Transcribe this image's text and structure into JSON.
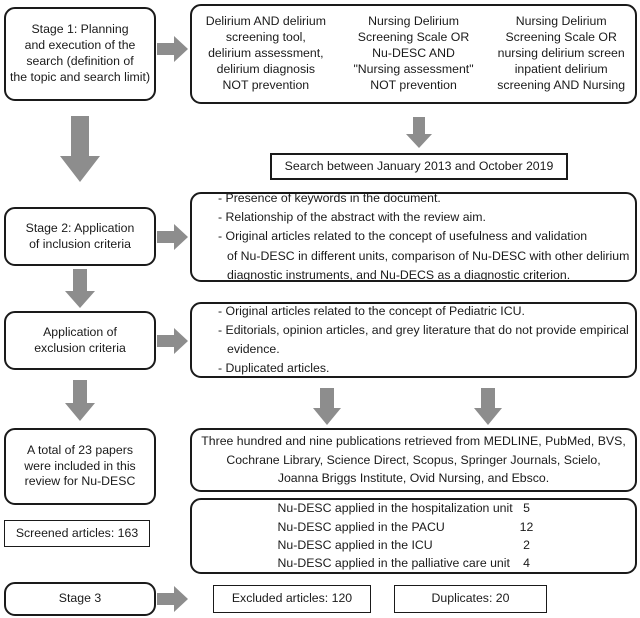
{
  "figure": {
    "type": "flowchart",
    "accent_gray": "#8d8d8d",
    "line_color": "#1a1a1a",
    "background": "#ffffff"
  },
  "stage1": {
    "lines": [
      "Stage 1: Planning",
      "and execution of the",
      "search (definition of",
      "the topic and search limit)"
    ]
  },
  "search_terms": {
    "columns": [
      {
        "lines": [
          "Delirium AND delirium",
          "screening tool,",
          "delirium assessment,",
          "delirium diagnosis",
          "NOT prevention"
        ]
      },
      {
        "lines": [
          "Nursing Delirium",
          "Screening Scale OR",
          "Nu-DESC AND",
          "\"Nursing assessment\"",
          "NOT prevention"
        ]
      },
      {
        "lines": [
          "Nursing Delirium",
          "Screening Scale OR",
          "nursing delirium screen",
          "inpatient delirium",
          "screening AND Nursing"
        ]
      }
    ]
  },
  "search_period": {
    "label": "Search between January 2013 and October 2019"
  },
  "stage2": {
    "lines": [
      "Stage 2: Application",
      "of inclusion criteria"
    ]
  },
  "inclusion_criteria": {
    "lines": [
      {
        "text": "- Presence of keywords in the document.",
        "indent": false
      },
      {
        "text": "- Relationship of the abstract with the review aim.",
        "indent": false
      },
      {
        "text": "- Original articles related to the concept of usefulness and validation",
        "indent": false
      },
      {
        "text": "of Nu-DESC in different units, comparison of Nu-DESC with other delirium",
        "indent": true
      },
      {
        "text": "diagnostic instruments, and Nu-DECS as a diagnostic criterion.",
        "indent": true
      }
    ]
  },
  "exclusion_stage": {
    "lines": [
      "Application of",
      "exclusion criteria"
    ]
  },
  "exclusion_criteria": {
    "lines": [
      {
        "text": "- Original articles related to the concept of Pediatric ICU.",
        "indent": false
      },
      {
        "text": "- Editorials, opinion articles, and grey literature that do not provide empirical",
        "indent": false
      },
      {
        "text": "evidence.",
        "indent": true
      },
      {
        "text": "- Duplicated articles.",
        "indent": false
      }
    ]
  },
  "total_papers": {
    "lines": [
      "A total of 23 papers",
      "were included in this",
      "review for Nu-DESC"
    ]
  },
  "databases": {
    "lines": [
      "Three hundred and nine publications retrieved from MEDLINE, PubMed, BVS,",
      "Cochrane Library, Science Direct, Scopus, Springer Journals, Scielo,",
      "Joanna Briggs Institute, Ovid Nursing, and Ebsco."
    ]
  },
  "nudesc_applications": {
    "rows": [
      {
        "label": "Nu-DESC applied in the hospitalization unit",
        "value": "5"
      },
      {
        "label": "Nu-DESC applied in the PACU",
        "value": "12"
      },
      {
        "label": "Nu-DESC applied in the ICU",
        "value": "2"
      },
      {
        "label": "Nu-DESC applied in the palliative care unit",
        "value": "4"
      }
    ]
  },
  "screened_articles": {
    "label": "Screened articles: 163"
  },
  "stage3": {
    "label": "Stage 3"
  },
  "excluded_articles": {
    "label": "Excluded articles: 120"
  },
  "duplicates": {
    "label": "Duplicates: 20"
  },
  "arrows": {
    "stage1_to_terms": "right-arrow-icon",
    "terms_to_period": "down-arrow-icon",
    "stage1_to_stage2": "down-arrow-icon",
    "stage2_to_inclusion": "right-arrow-icon",
    "stage2_to_exclusion": "down-arrow-icon",
    "exclusion_to_criteria": "right-arrow-icon",
    "exclusion_to_total": "down-arrow-icon",
    "criteria_to_databases_left": "down-arrow-icon",
    "criteria_to_databases_right": "down-arrow-icon",
    "stage3_to_excluded": "right-arrow-icon"
  }
}
